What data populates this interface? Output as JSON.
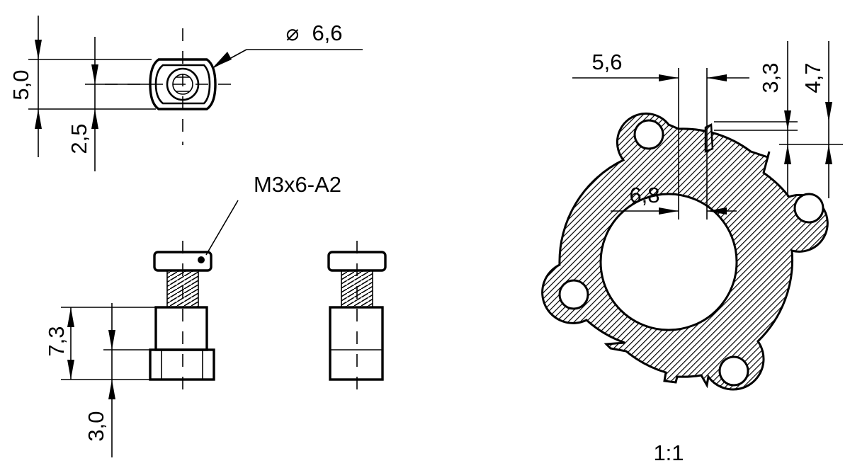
{
  "dimensions": {
    "top_height": "5,0",
    "top_half": "2,5",
    "diameter": "6,6",
    "height_total": "7,3",
    "bottom_height": "3,0",
    "gap_width": "5,6",
    "inner_width": "6,8",
    "offset_a": "3,3",
    "offset_b": "4,7"
  },
  "labels": {
    "screw_spec": "M3x6-A2",
    "scale": "1:1",
    "diameter_symbol": "⌀"
  },
  "colors": {
    "line": "#000000",
    "background": "#ffffff"
  }
}
